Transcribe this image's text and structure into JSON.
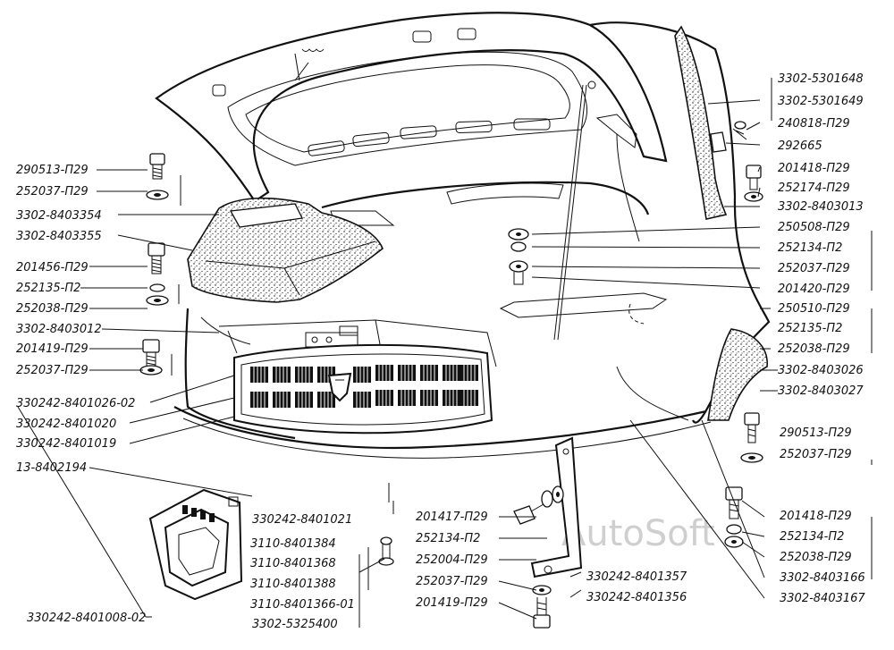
{
  "watermark": "AutoSoft",
  "colors": {
    "ink": "#111111",
    "paper": "#ffffff",
    "watermark": "#cfcfcf"
  },
  "labels": {
    "l_290513_top": "290513-П29",
    "l_252037_top": "252037-П29",
    "l_3302_8403354": "3302-8403354",
    "l_3302_8403355": "3302-8403355",
    "l_201456": "201456-П29",
    "l_252135_left": "252135-П2",
    "l_252038_left": "252038-П29",
    "l_3302_8403012": "3302-8403012",
    "l_201419_left": "201419-П29",
    "l_252037_left2": "252037-П29",
    "l_330242_8401026": "330242-8401026-02",
    "l_330242_8401020": "330242-8401020",
    "l_330242_8401019": "330242-8401019",
    "l_13_8402194": "13-8402194",
    "l_330242_8401021": "330242-8401021",
    "l_3110_8401384": "3110-8401384",
    "l_3110_8401368": "3110-8401368",
    "l_3110_8401388": "3110-8401388",
    "l_3110_8401366": "3110-8401366-01",
    "l_330242_8401008": "330242-8401008-02",
    "l_3302_5325400": "3302-5325400",
    "l_201417": "201417-П29",
    "l_252134_mid": "252134-П2",
    "l_252004": "252004-П29",
    "l_252037_mid": "252037-П29",
    "l_201419_mid": "201419-П29",
    "l_330242_8401357": "330242-8401357",
    "l_330242_8401356": "330242-8401356",
    "l_3302_5301648": "3302-5301648",
    "l_3302_5301649": "3302-5301649",
    "l_240818": "240818-П29",
    "l_292665": "292665",
    "l_201418_top": "201418-П29",
    "l_252174": "252174-П29",
    "l_3302_8403013": "3302-8403013",
    "l_250508": "250508-П29",
    "l_252134_right": "252134-П2",
    "l_252037_right": "252037-П29",
    "l_201420": "201420-П29",
    "l_250510": "250510-П29",
    "l_252135_right": "252135-П2",
    "l_252038_right": "252038-П29",
    "l_3302_8403026": "3302-8403026",
    "l_3302_8403027": "3302-8403027",
    "l_290513_right": "290513-П29",
    "l_252037_right2": "252037-П29",
    "l_201418_low": "201418-П29",
    "l_252134_low": "252134-П2",
    "l_252038_low": "252038-П29",
    "l_3302_8403166": "3302-8403166",
    "l_3302_8403167": "3302-8403167"
  }
}
